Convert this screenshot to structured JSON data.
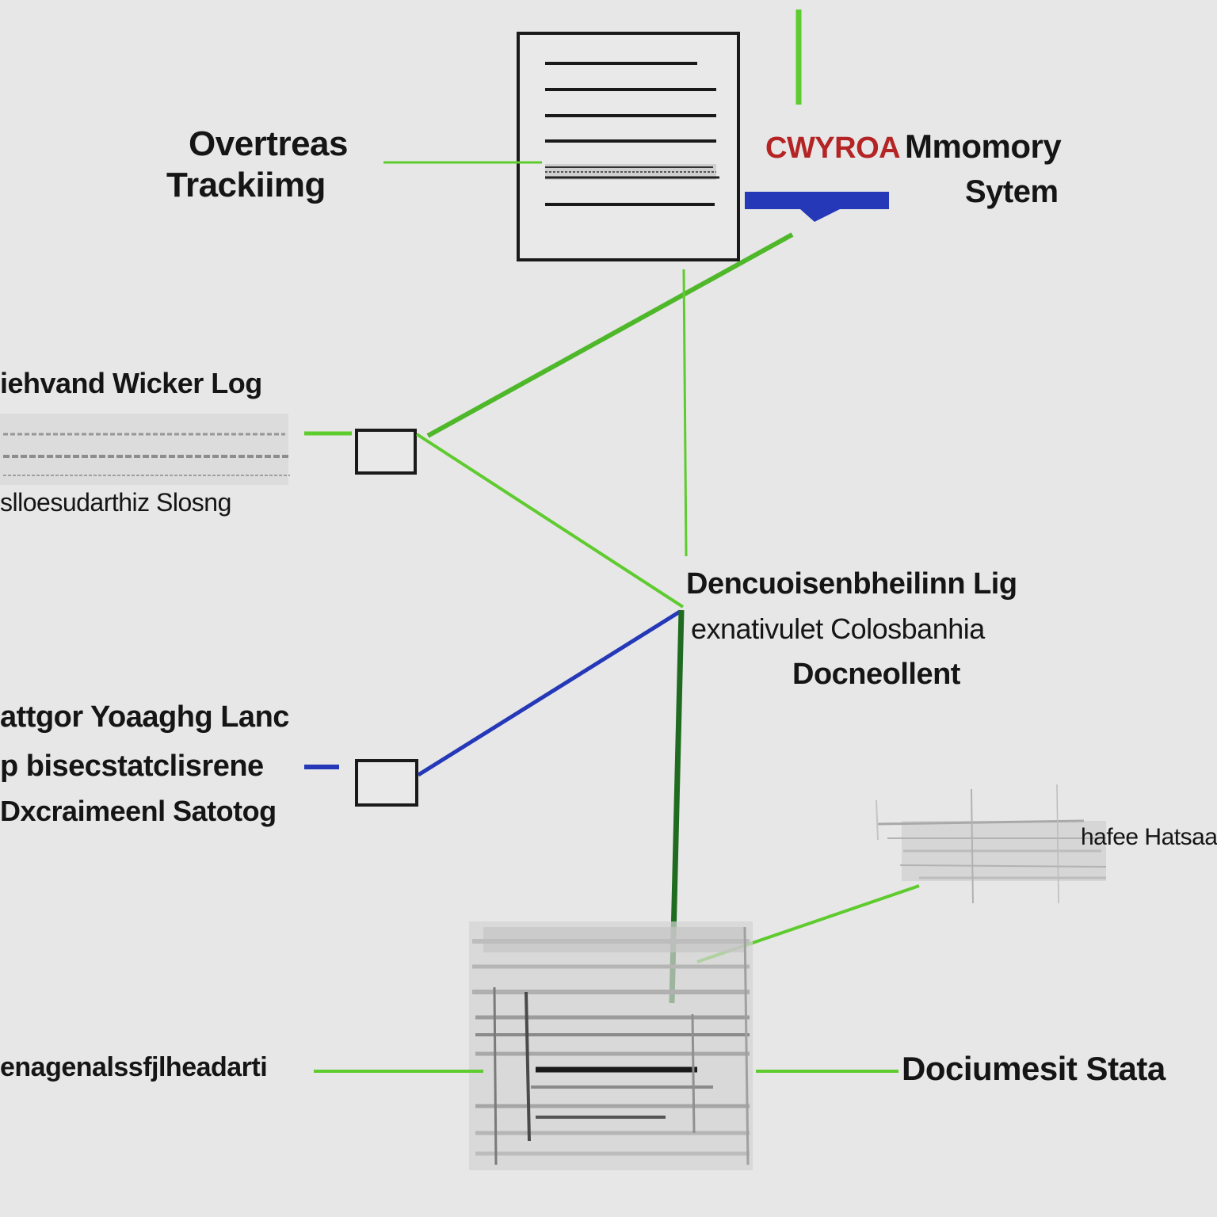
{
  "labels": {
    "overtreas": "Overtreas",
    "tracking": "Trackiimg",
    "cwyroa": "CWYROA",
    "memory": "Mmomory",
    "system": "Sytem",
    "worker_log_title": "iehvand Wicker  Log",
    "worker_log_sub": "slloesudarthiz Slosng",
    "document_log_1": "Dencuoisenbheilinn Lig",
    "document_log_2": "exnativulet Colosbanhia",
    "document_log_3": "Docneollent",
    "yoading_1": "attgor Yoaaghg Lanc",
    "yoading_2": "p bisecstatclisrene",
    "yoading_3": "Dxcraimeenl Satotog",
    "haf_label": "hafee Hatsaa",
    "bottom_left": "enagenalssfjlheadarti",
    "bottom_right": "Dociumesit Stata"
  },
  "colors": {
    "background": "#e7e7e7",
    "green_connector": "#5ecb2e",
    "dark_green_connector": "#1f6b1f",
    "blue_connector": "#2438b8",
    "accent_red": "#b52424",
    "box_stroke": "#1a1a1a"
  }
}
